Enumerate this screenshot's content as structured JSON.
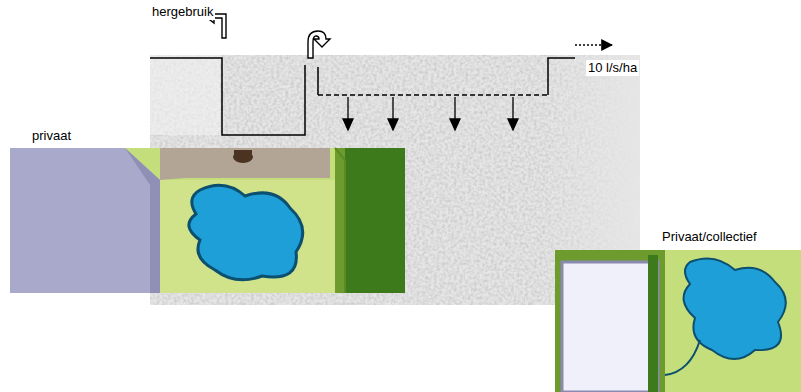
{
  "diagram": {
    "labels": [
      "hergebruik",
      "10 l/s/ha",
      "privaat",
      "Privaat/collectief"
    ]
  }
}
